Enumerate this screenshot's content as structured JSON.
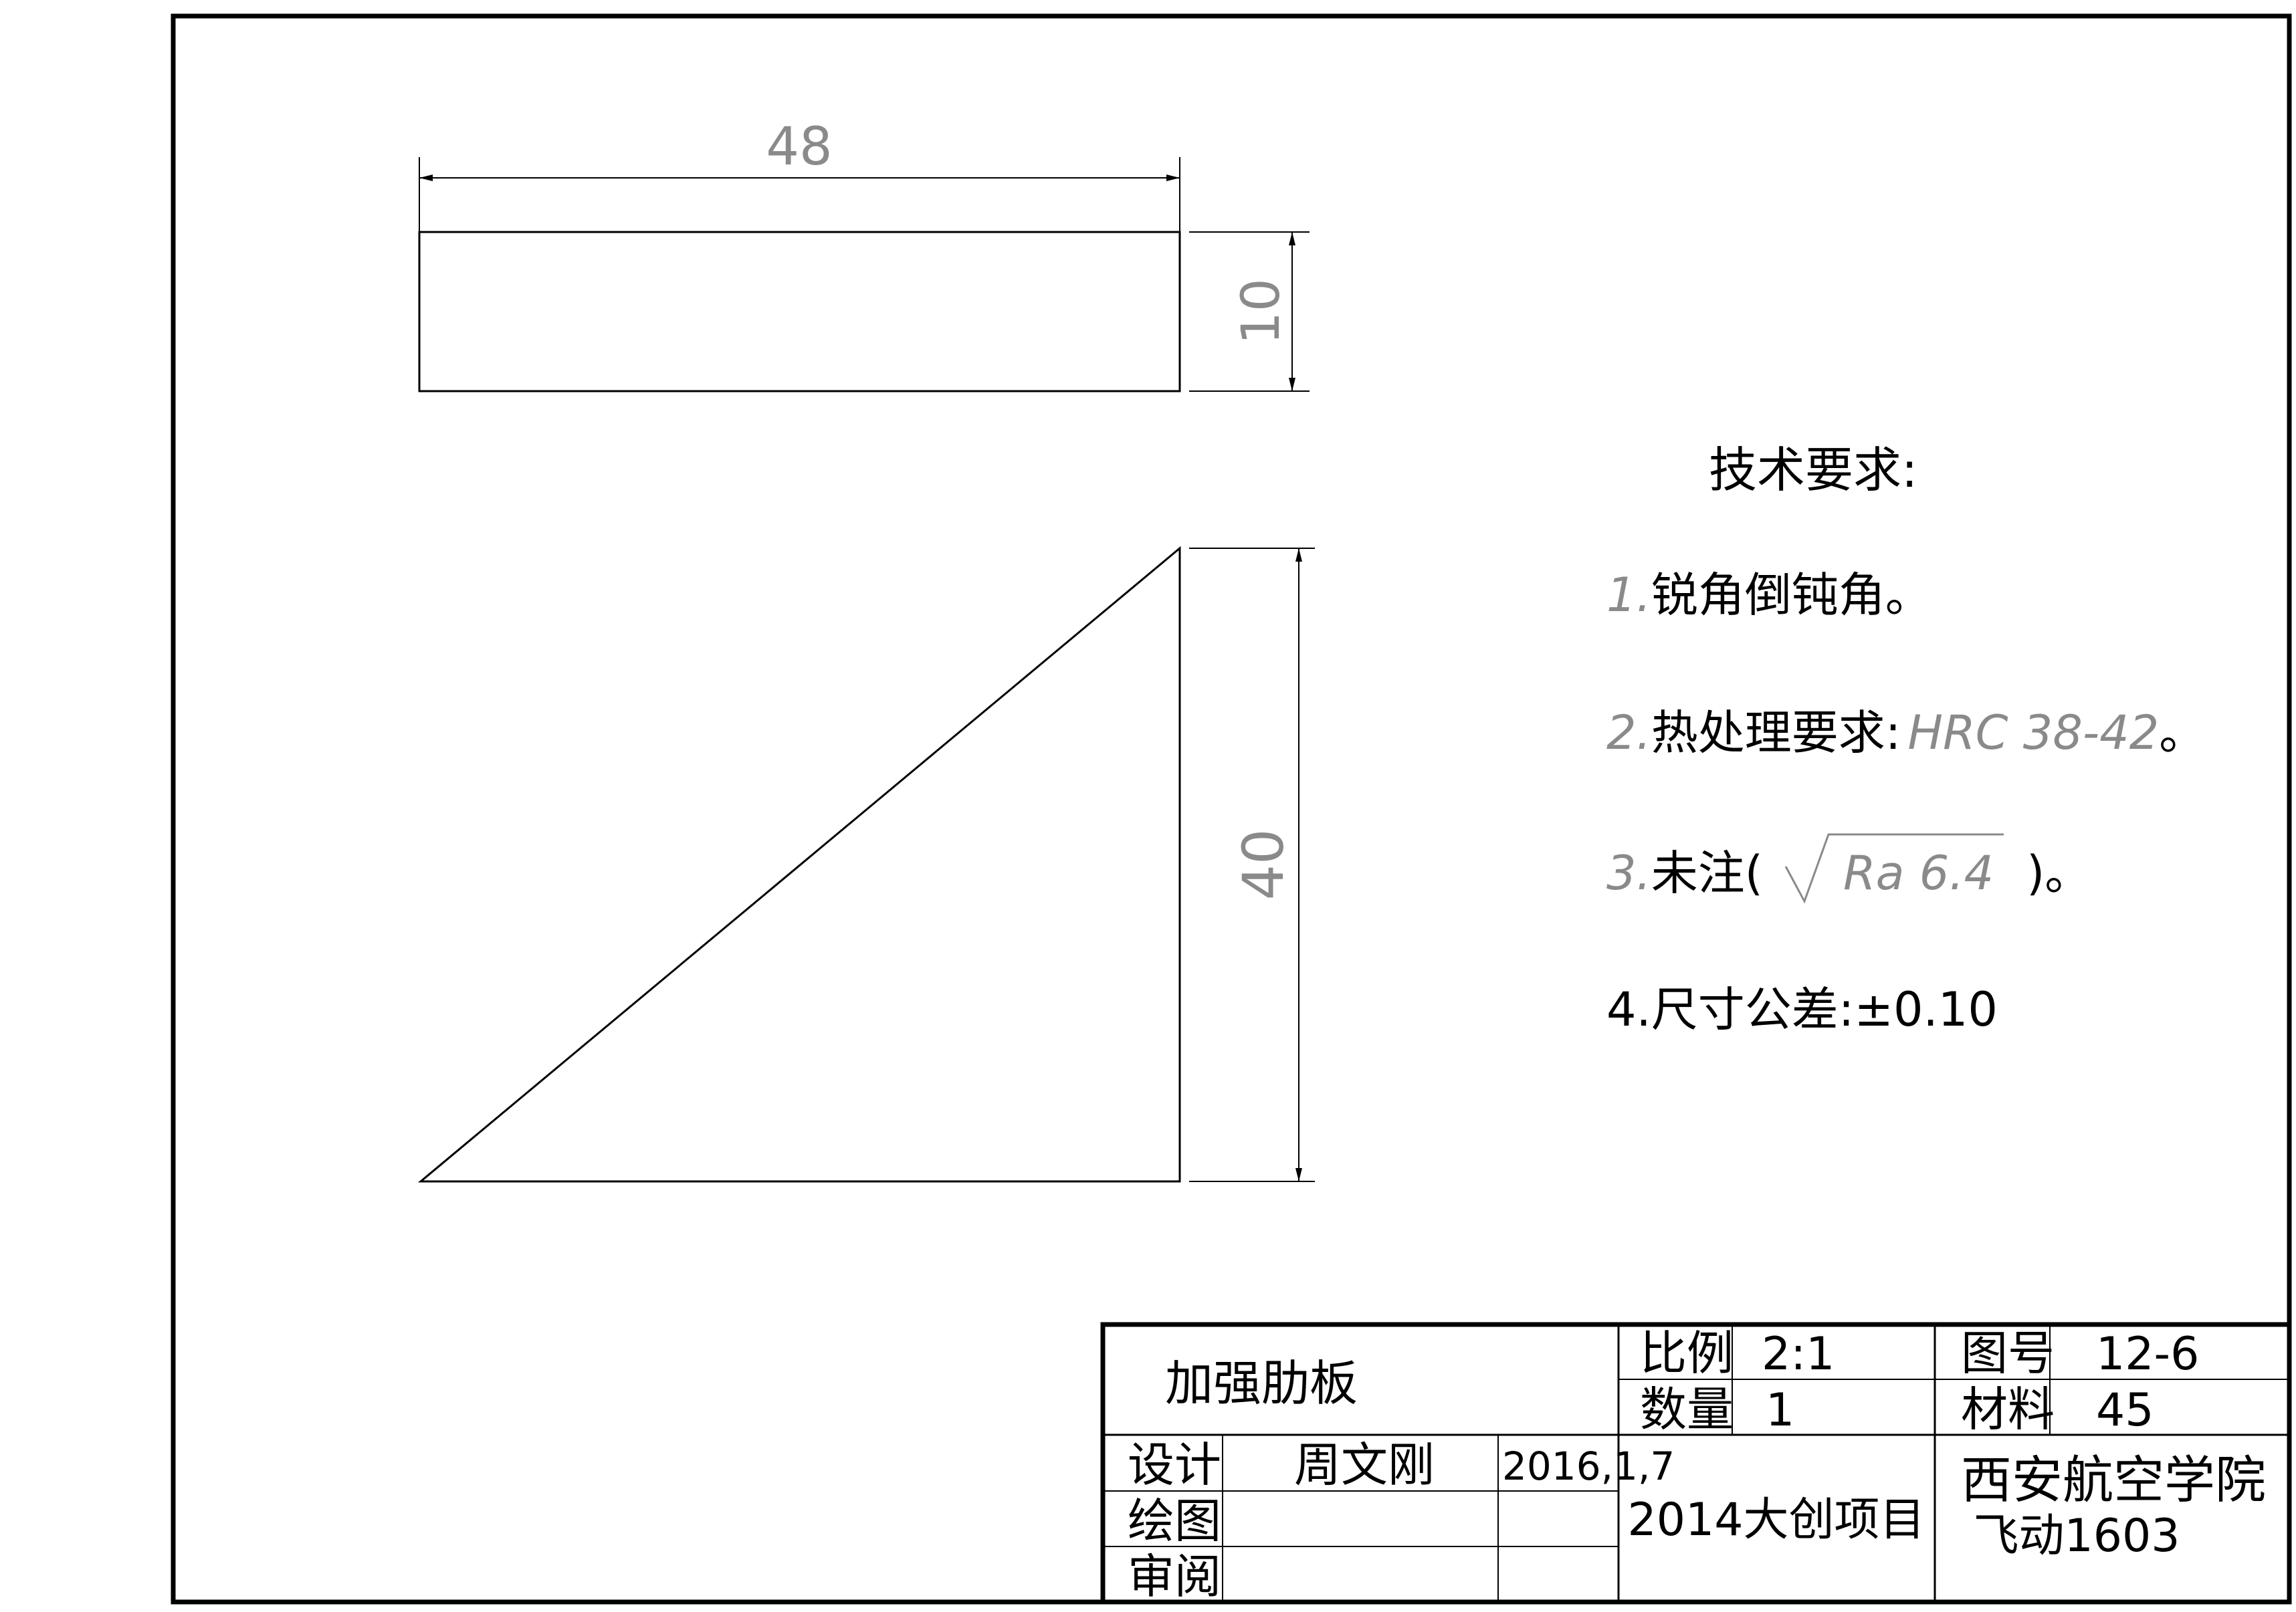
{
  "dimensions": {
    "width": "48",
    "thickness": "10",
    "height": "40"
  },
  "requirements": {
    "title": "技术要求:",
    "item1_num": "1.",
    "item1_text": "锐角倒钝角。",
    "item2_num": "2.",
    "item2_text": "热处理要求:",
    "item2_value": "HRC 38-42",
    "item2_end": "。",
    "item3_num": "3.",
    "item3_text": "未注(",
    "item3_roughness": "Ra 6.4",
    "item3_end": ")。",
    "item4": "4.尺寸公差:±0.10"
  },
  "title_block": {
    "part_name": "加强肋板",
    "scale_label": "比例",
    "scale_value": "2:1",
    "drawing_no_label": "图号",
    "drawing_no_value": "12-6",
    "quantity_label": "数量",
    "quantity_value": "1",
    "material_label": "材料",
    "material_value": "45",
    "design_label": "设计",
    "designer": "周文刚",
    "design_date": "2016,1,7",
    "drawn_label": "绘图",
    "review_label": "审阅",
    "project": "2014大创项目",
    "school": "西安航空学院",
    "class": "飞动1603"
  }
}
